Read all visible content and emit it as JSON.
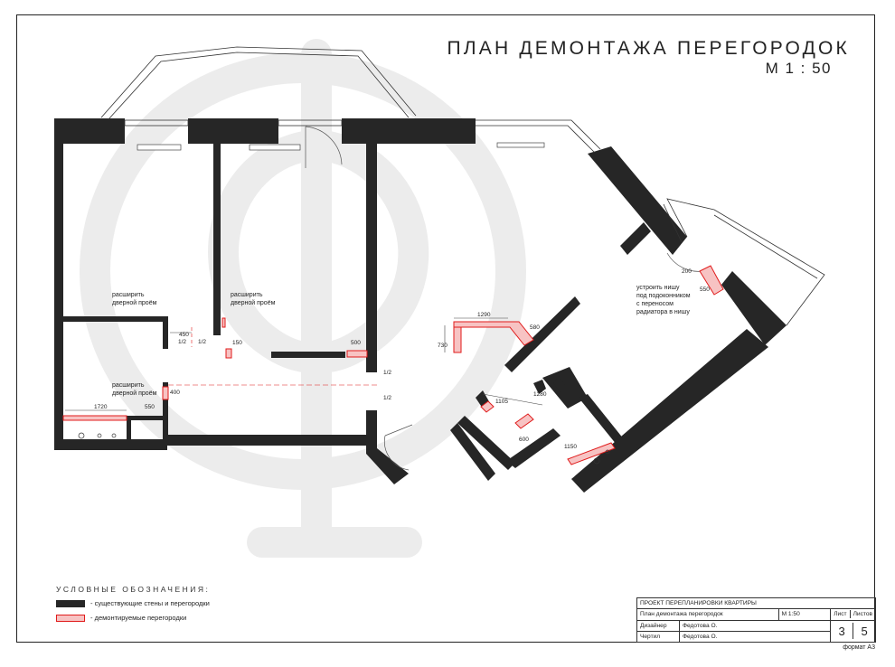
{
  "title": "ПЛАН ДЕМОНТАЖА ПЕРЕГОРОДОК",
  "scale": "М  1 : 50",
  "annotations": {
    "widen_1": [
      "расширить",
      "дверной проём"
    ],
    "widen_2": [
      "расширить",
      "дверной проём"
    ],
    "widen_3": [
      "расширить",
      "дверной проём"
    ],
    "niche": [
      "устроить нишу",
      "под подоконником",
      "с переносом",
      "радиатора в нишу"
    ]
  },
  "dimensions": [
    "450",
    "1/2",
    "1/2",
    "150",
    "500",
    "1/2",
    "1/2",
    "400",
    "1720",
    "550",
    "1290",
    "580",
    "730",
    "1105",
    "1280",
    "600",
    "1150",
    "200",
    "550"
  ],
  "legend": {
    "title": "УСЛОВНЫЕ ОБОЗНАЧЕНИЯ:",
    "existing": "- существующие стены и перегородки",
    "demolished": "- демонтируемые перегородки"
  },
  "colors": {
    "wall": "#262626",
    "demolish_fill": "#f7c3c3",
    "demolish_stroke": "#e01b1b",
    "watermark": "#ececec"
  },
  "stamp": {
    "project": "ПРОЕКТ ПЕРЕПЛАНИРОВКИ КВАРТИРЫ",
    "sheet_title": "План демонтажа перегородок",
    "scale": "М 1:50",
    "sheet_label": "Лист",
    "sheets_label": "Листов",
    "designer_role": "Дизайнер",
    "designer_name": "Федотова О.",
    "drafter_role": "Чертил",
    "drafter_name": "Федотова О.",
    "sheet": "3",
    "sheets": "5"
  },
  "format": "формат А3"
}
